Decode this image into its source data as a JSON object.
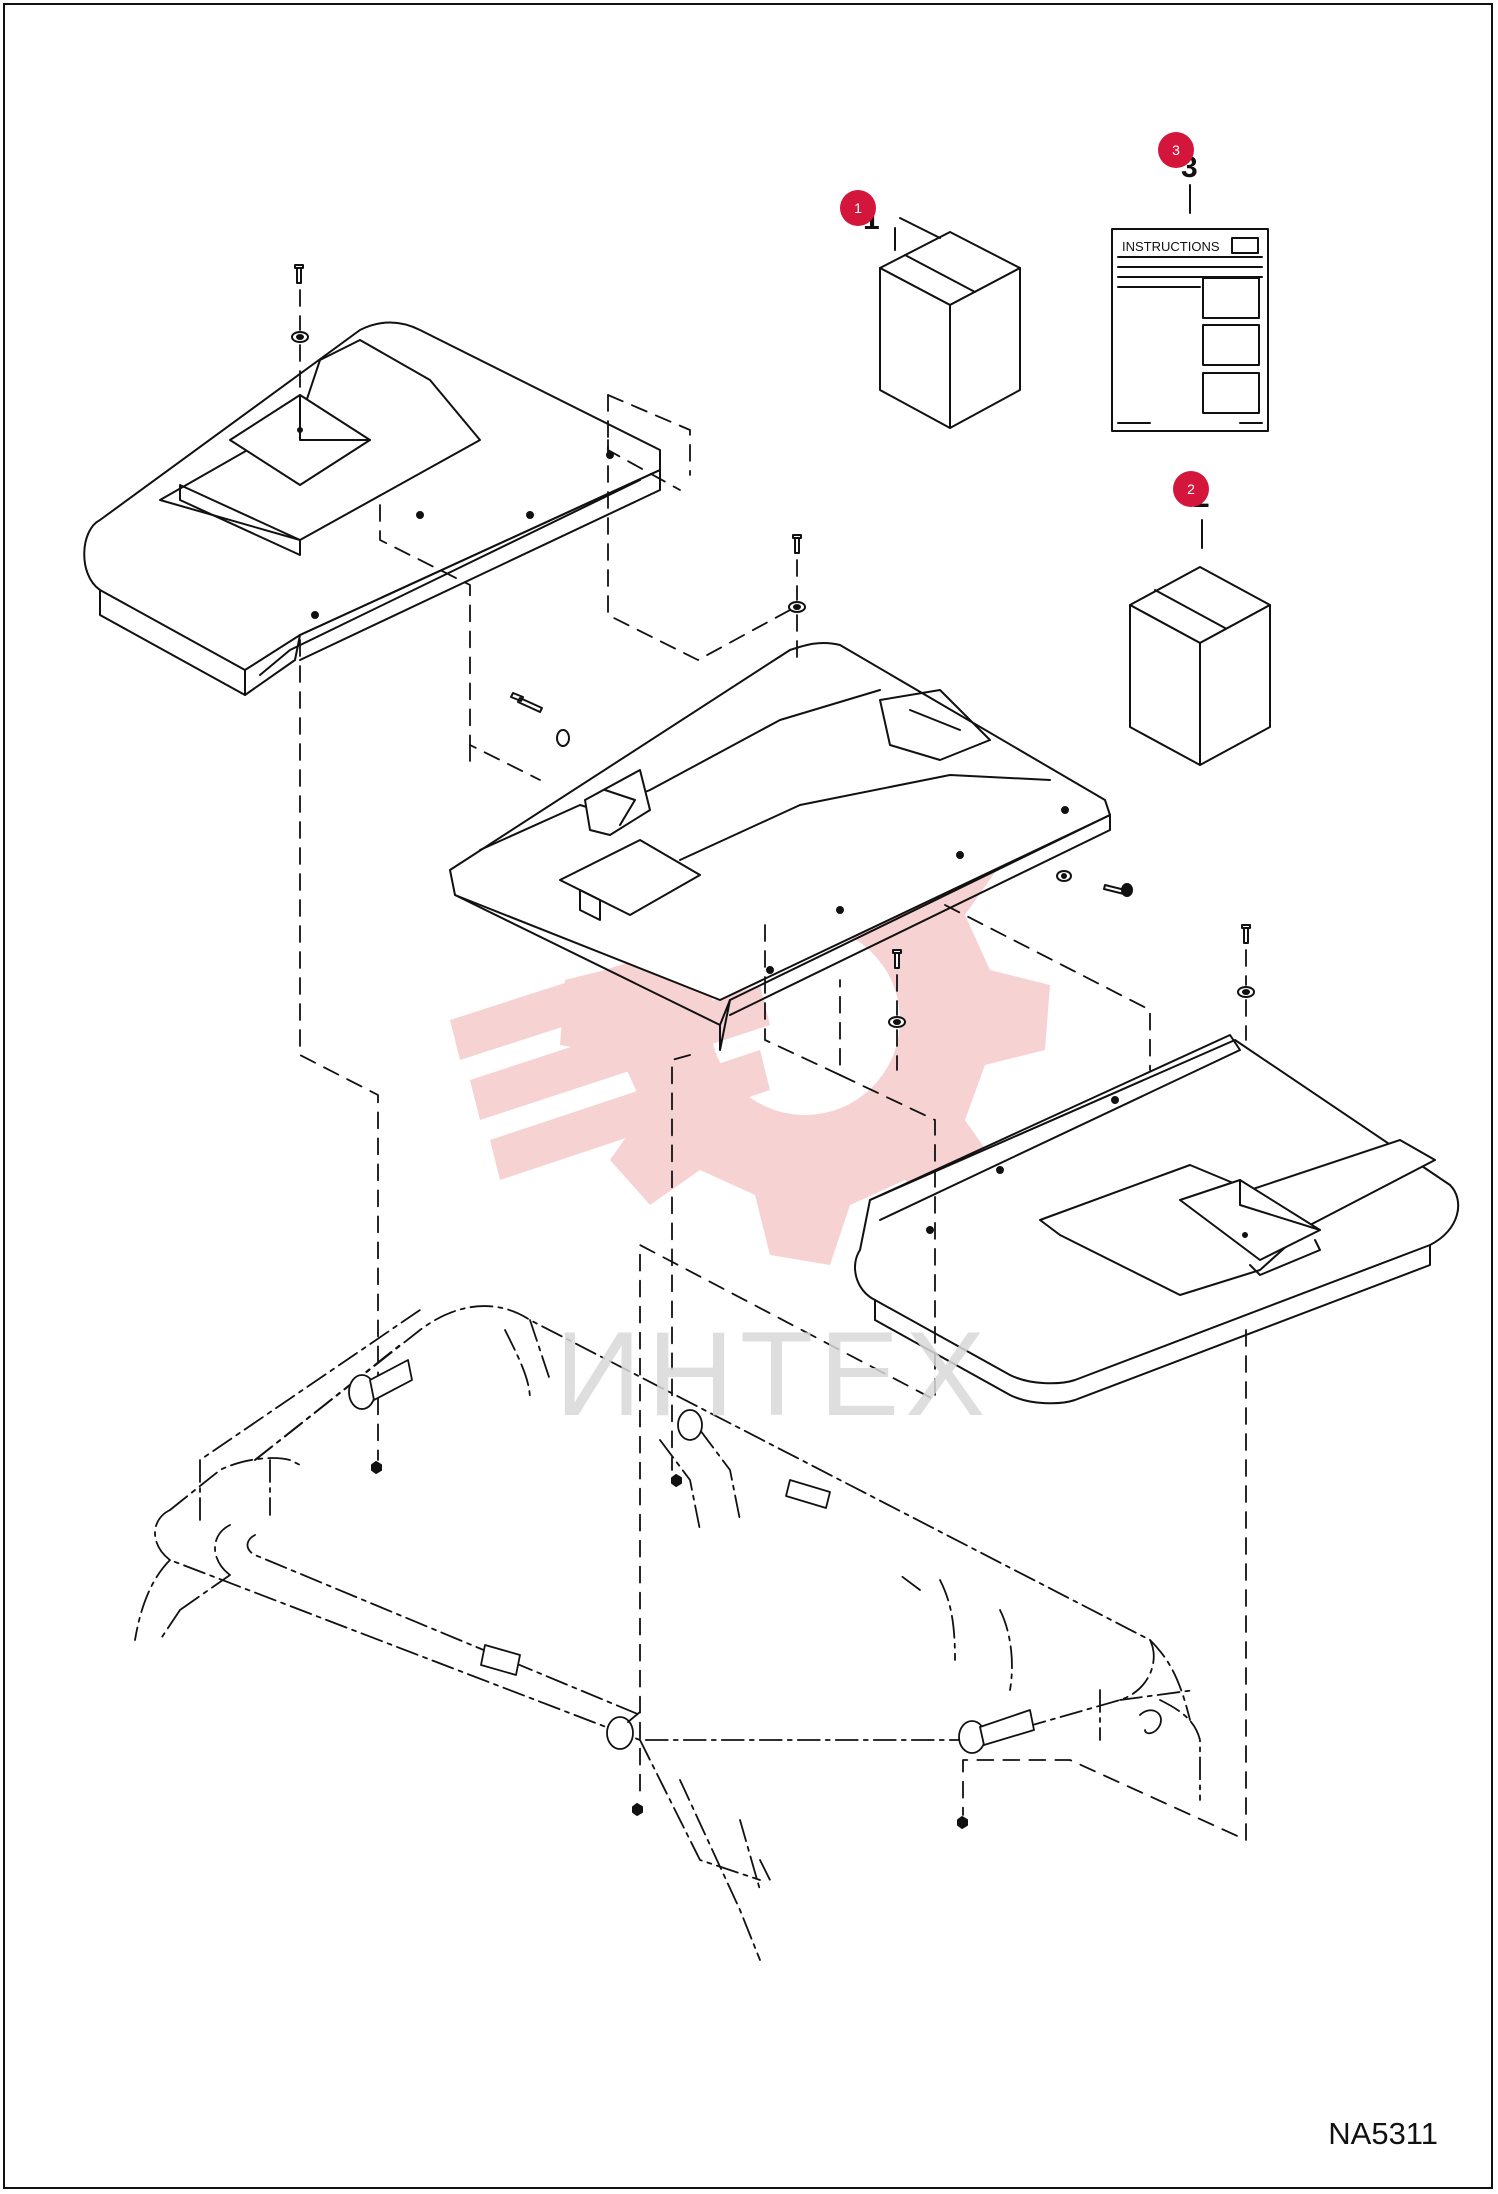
{
  "diagram": {
    "drawing_code": "NA5311",
    "watermark_text": "ИНТЕХ",
    "instructions_label": "INSTRUCTIONS",
    "callouts": [
      {
        "number": "1",
        "item": "parts-box-1"
      },
      {
        "number": "2",
        "item": "parts-box-2"
      },
      {
        "number": "3",
        "item": "instructions-sheet"
      }
    ],
    "accent_color": "#d4163c",
    "line_color": "#111111",
    "watermark_color": "#f0b8b8"
  }
}
